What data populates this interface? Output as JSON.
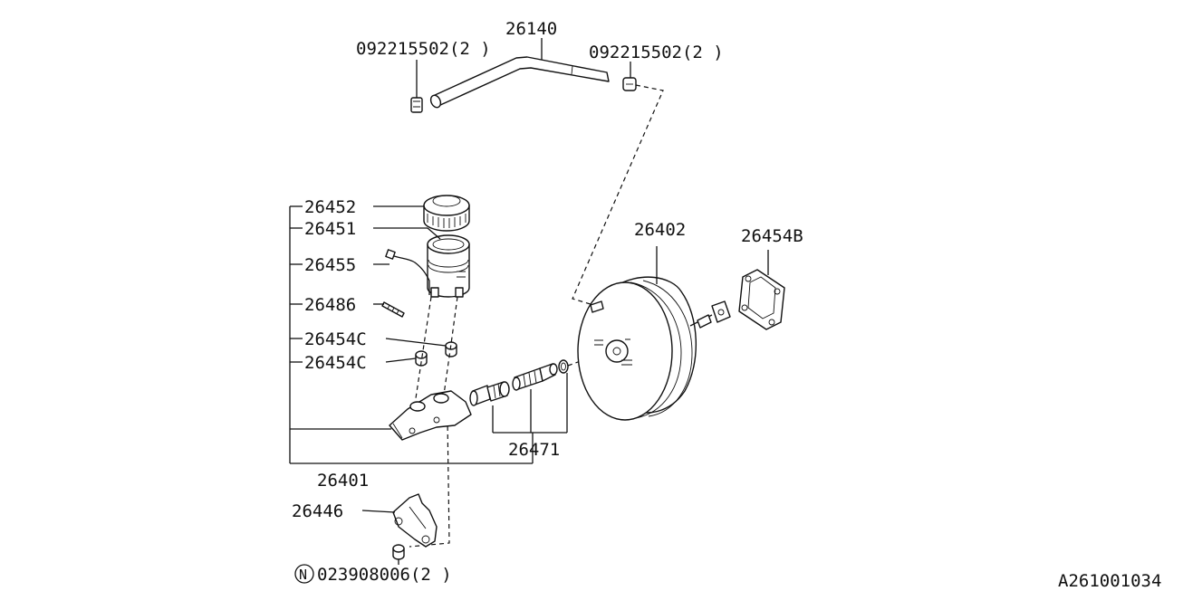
{
  "labels": {
    "hose": "26140",
    "clip_left": "092215502(2 )",
    "clip_right": "092215502(2 )",
    "cap": "26452",
    "reservoir": "26451",
    "sensor": "26455",
    "pin": "26486",
    "seal_upper": "26454C",
    "seal_lower": "26454C",
    "booster": "26402",
    "gasket": "26454B",
    "piston_kit": "26471",
    "master_cylinder": "26401",
    "bracket": "26446",
    "nut_symbol": "N",
    "nut": "023908006(2 )",
    "diagram_code": "A261001034"
  }
}
